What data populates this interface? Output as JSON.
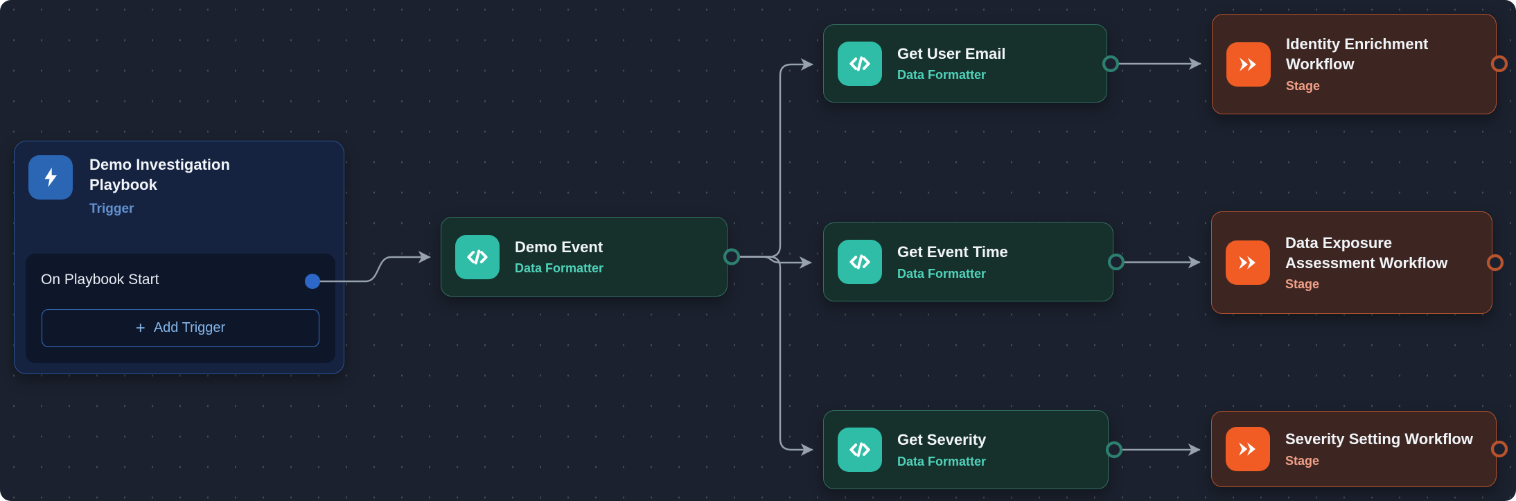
{
  "canvas": {
    "background_color": "#1b212e",
    "dot_color": "#555b68",
    "edge_color": "#98a1ae"
  },
  "theme": {
    "trigger_accent": "#2a66b4",
    "trigger_subtitle_color": "#6392d0",
    "formatter_accent": "#2fbda7",
    "formatter_subtitle_color": "#4fd2ba",
    "stage_accent": "#f05c23",
    "stage_subtitle_color": "#f2a088",
    "handle_teal": "#2d8070",
    "handle_orange": "#b8532d",
    "handle_blue": "#2d68c8"
  },
  "trigger_node": {
    "title": "Demo Investigation Playbook",
    "type_label": "Trigger",
    "icon": "lightning-icon",
    "trigger_items": [
      {
        "label": "On Playbook Start"
      }
    ],
    "add_trigger": {
      "plus": "+",
      "label": "Add Trigger"
    }
  },
  "formatter_nodes": {
    "demo_event": {
      "title": "Demo Event",
      "type_label": "Data Formatter",
      "icon": "code-icon"
    },
    "get_user_email": {
      "title": "Get User Email",
      "type_label": "Data Formatter",
      "icon": "code-icon"
    },
    "get_event_time": {
      "title": "Get Event Time",
      "type_label": "Data Formatter",
      "icon": "code-icon"
    },
    "get_severity": {
      "title": "Get Severity",
      "type_label": "Data Formatter",
      "icon": "code-icon"
    }
  },
  "stage_nodes": {
    "identity_enrichment": {
      "title": "Identity Enrichment Workflow",
      "type_label": "Stage",
      "icon": "fast-forward-icon"
    },
    "data_exposure": {
      "title": "Data Exposure Assessment Workflow",
      "type_label": "Stage",
      "icon": "fast-forward-icon"
    },
    "severity_setting": {
      "title": "Severity Setting Workflow",
      "type_label": "Stage",
      "icon": "fast-forward-icon"
    }
  }
}
